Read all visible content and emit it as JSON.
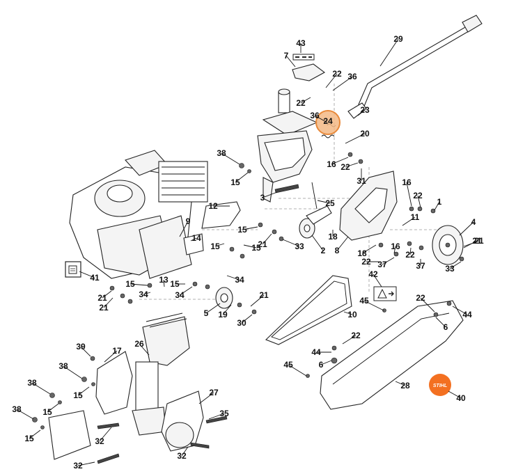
{
  "diagram": {
    "highlighted_part": "24",
    "highlight_color": "#F3B985",
    "brand_color": "#F37021",
    "brand_logo_text": "STIHL",
    "labels": [
      "43",
      "7",
      "29",
      "22",
      "36",
      "22",
      "36",
      "24",
      "23",
      "20",
      "38",
      "15",
      "16",
      "22",
      "31",
      "3",
      "25",
      "16",
      "22",
      "1",
      "12",
      "9",
      "15",
      "18",
      "11",
      "4",
      "14",
      "15",
      "21",
      "2",
      "8",
      "18",
      "16",
      "21",
      "15",
      "33",
      "22",
      "37",
      "22",
      "37",
      "33",
      "41",
      "15",
      "13",
      "34",
      "42",
      "21",
      "15",
      "21",
      "34",
      "45",
      "22",
      "44",
      "21",
      "34",
      "5",
      "19",
      "21",
      "10",
      "6",
      "30",
      "22",
      "39",
      "17",
      "26",
      "44",
      "38",
      "6",
      "45",
      "15",
      "28",
      "38",
      "40",
      "15",
      "27",
      "38",
      "35",
      "15",
      "32",
      "32",
      "32"
    ]
  }
}
